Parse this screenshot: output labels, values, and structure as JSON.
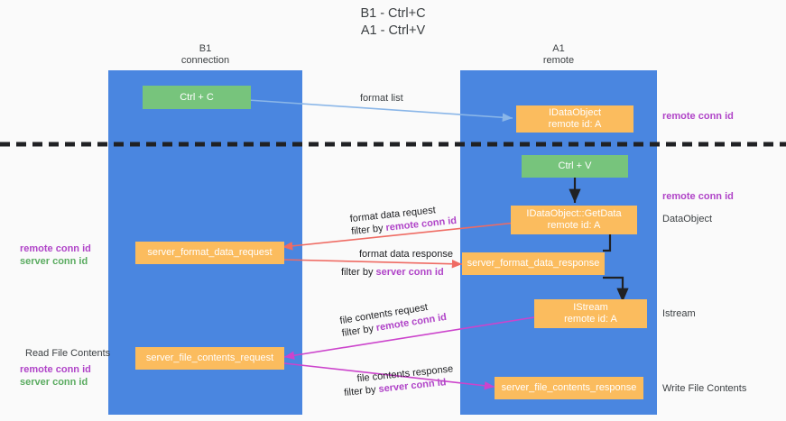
{
  "title": {
    "line1": "B1 - Ctrl+C",
    "line2": "A1 - Ctrl+V"
  },
  "lanes": [
    {
      "name": "B1",
      "sub": "connection"
    },
    {
      "name": "A1",
      "sub": "remote"
    }
  ],
  "boxes": {
    "ctrl_c": "Ctrl + C",
    "ctrl_v": "Ctrl + V",
    "idataobject_l1": "IDataObject",
    "idataobject_l2": "remote id: A",
    "getdata_l1": "IDataObject::GetData",
    "getdata_l2": "remote id: A",
    "istream_l1": "IStream",
    "istream_l2": "remote id: A",
    "server_format_data_request": "server_format_data_request",
    "server_format_data_response": "server_format_data_response",
    "server_file_contents_request": "server_file_contents_request",
    "server_file_contents_response": "server_file_contents_response"
  },
  "edge_labels": {
    "format_list": "format list",
    "format_data_request": "format data request",
    "format_data_request_filter_prefix": "filter by ",
    "format_data_request_filter_key": "remote conn id",
    "format_data_response": "format data response",
    "format_data_response_filter_prefix": "filter by ",
    "format_data_response_filter_key": "server conn id",
    "file_contents_request": "file contents request",
    "file_contents_request_filter_prefix": "filter by ",
    "file_contents_request_filter_key": "remote conn id",
    "file_contents_response": "file contents response",
    "file_contents_response_filter_prefix": "filter by ",
    "file_contents_response_filter_key": "server conn id"
  },
  "annotations": {
    "right_remote_conn_id_top": "remote conn id",
    "right_remote_conn_id_mid": "remote conn id",
    "right_dataobject": "DataObject",
    "right_istream": "Istream",
    "right_write_file_contents": "Write File Contents",
    "left_remote_conn_id_mid": "remote conn id",
    "left_server_conn_id_mid": "server conn id",
    "left_read_file_contents": "Read File Contents",
    "left_remote_conn_id_bottom": "remote conn id",
    "left_server_conn_id_bottom": "server conn id"
  },
  "colors": {
    "lane": "#4a86e0",
    "green_box": "#77c47c",
    "orange_box": "#fbbc5e",
    "purple": "#b044c8",
    "green_text": "#5aab60",
    "arrow_blue": "#8ab6e8",
    "arrow_red": "#ef6b63",
    "arrow_magenta": "#cc44cc",
    "arrow_black": "#202124",
    "divider": "#202124",
    "background": "#fafafa"
  }
}
